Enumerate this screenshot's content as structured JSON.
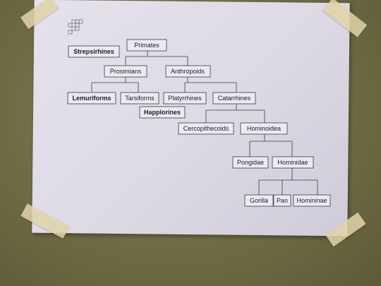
{
  "diagram": {
    "root": "Primates",
    "strepsirhines_label": "Strepsirhines",
    "haplorines_label": "Happlorines",
    "prosimians": "Prosimians",
    "anthropoids": "Anthropoids",
    "lemuriforms": "Lemuriforms",
    "tarsiforms": "Tarsiforms",
    "platyrrhines": "Platyrrhines",
    "catarrhines": "Catarrhines",
    "cercopithecoids": "Cercopithecoids",
    "hominoidea": "Hominoidea",
    "pongidae": "Pongidae",
    "hominidae": "Hominidae",
    "gorilla": "Gorilla",
    "pan": "Pan",
    "homininae": "Homininae"
  }
}
